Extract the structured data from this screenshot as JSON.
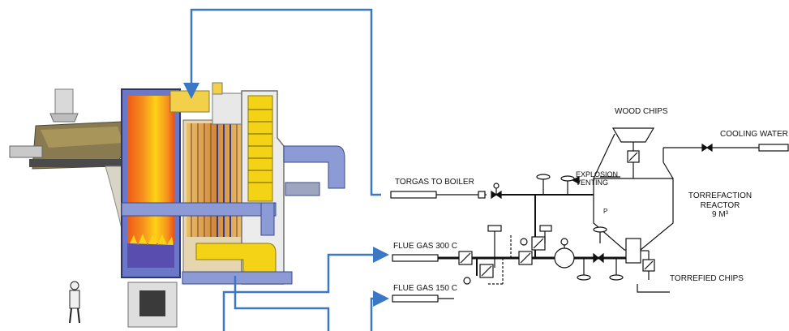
{
  "labels": {
    "wood_chips": "WOOD CHIPS",
    "cooling_water": "COOLING WATER",
    "explosion_venting_1": "EXPLOSION",
    "explosion_venting_2": "VENTING",
    "torgas_to_boiler": "TORGAS TO BOILER",
    "torrefaction_reactor_1": "TORREFACTION",
    "torrefaction_reactor_2": "REACTOR",
    "torrefaction_reactor_3": "9 M³",
    "reactor_tag": "P",
    "flue_gas_300": "FLUE GAS 300 C",
    "flue_gas_150": "FLUE GAS 150 C",
    "torrefied_chips": "TORREFIED CHIPS"
  },
  "colors": {
    "flow_line": "#3a78c6",
    "pipe": "#111111",
    "boiler_hot": "#f7931e",
    "boiler_core": "#fcd116",
    "duct": "#8c9ad6",
    "yellow_duct": "#f4d316"
  }
}
